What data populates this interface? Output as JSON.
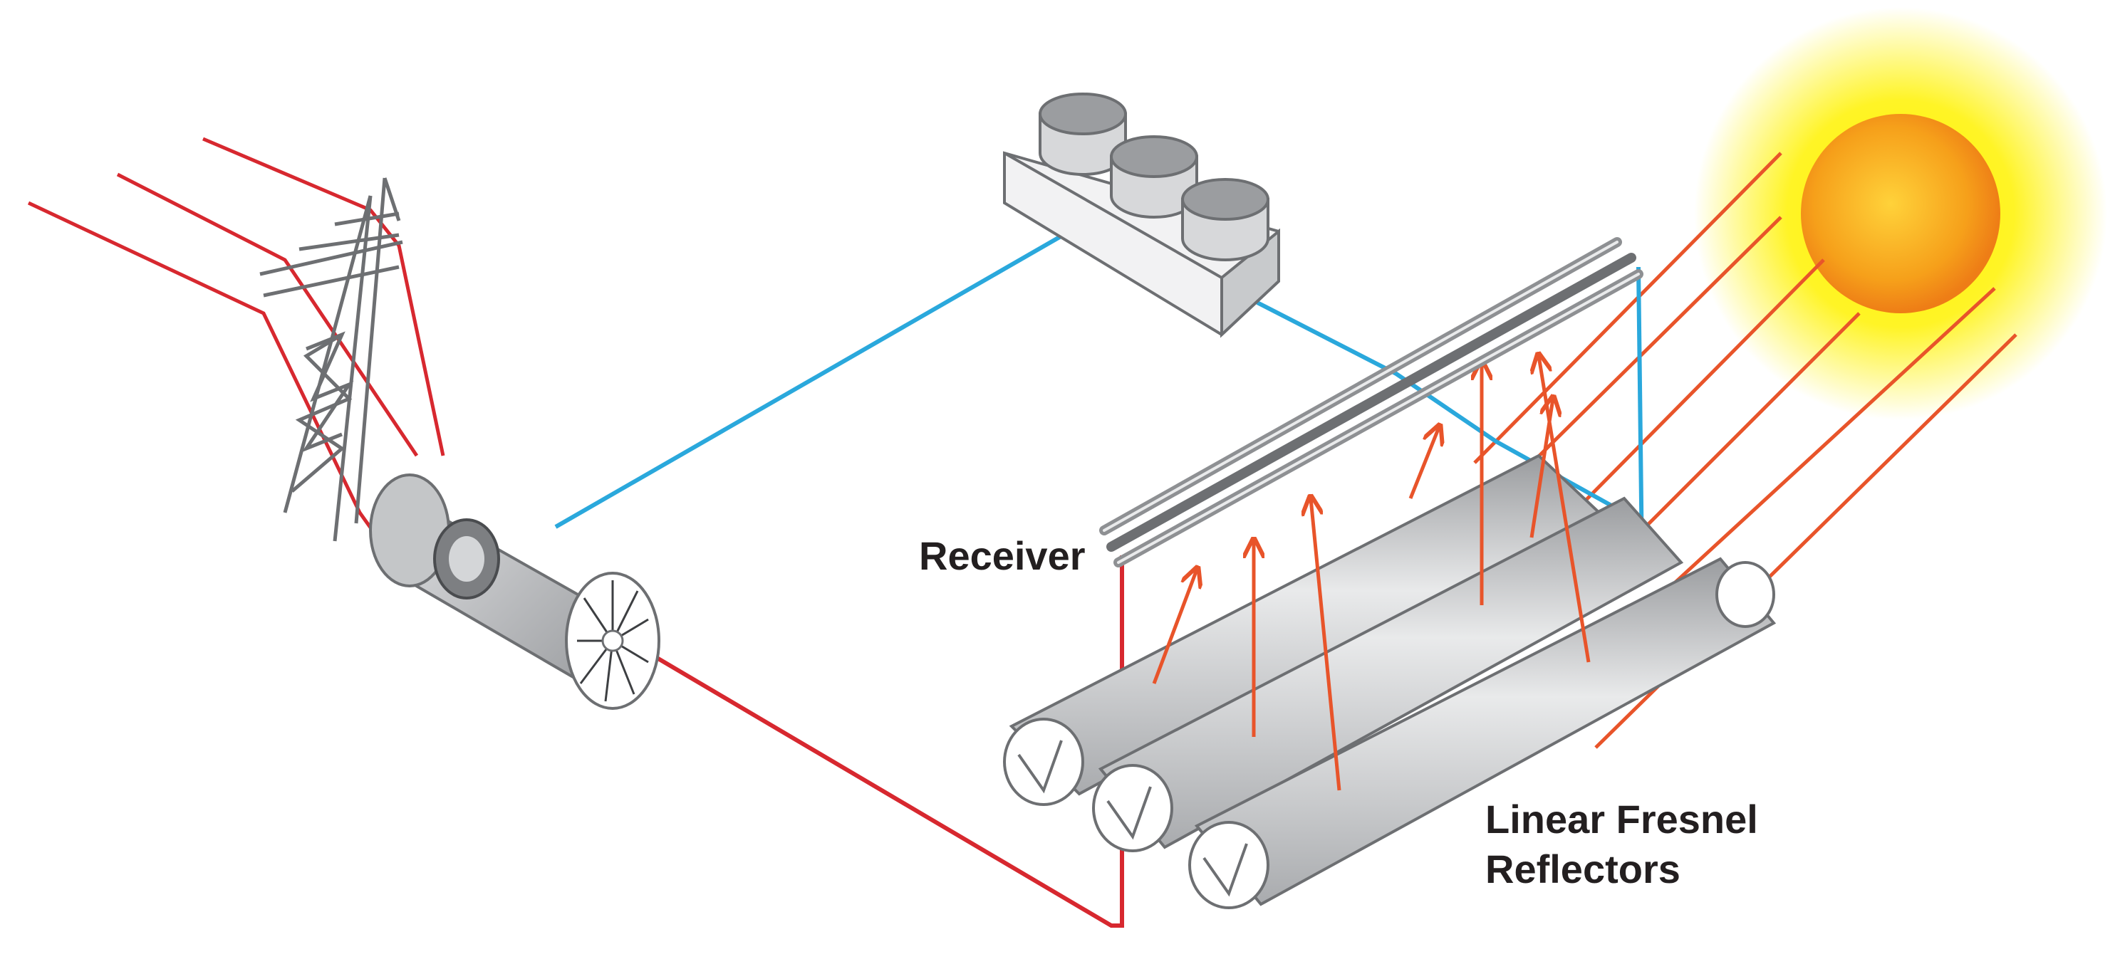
{
  "labels": {
    "receiver": "Receiver",
    "reflectors_line1": "Linear Fresnel",
    "reflectors_line2": "Reflectors"
  },
  "colors": {
    "background": "#ffffff",
    "hot_line": "#d7282f",
    "cool_line": "#2aa8dc",
    "sun_rays": "#e8542a",
    "sun_core": "#f6a01a",
    "sun_glow": "#fff200",
    "equipment_grey": "#b8babc"
  },
  "icons": [
    "transmission-tower-icon",
    "turbine-generator-icon",
    "cooling-tower-icon",
    "receiver-tubes-icon",
    "fresnel-mirror-icon",
    "sun-icon"
  ]
}
